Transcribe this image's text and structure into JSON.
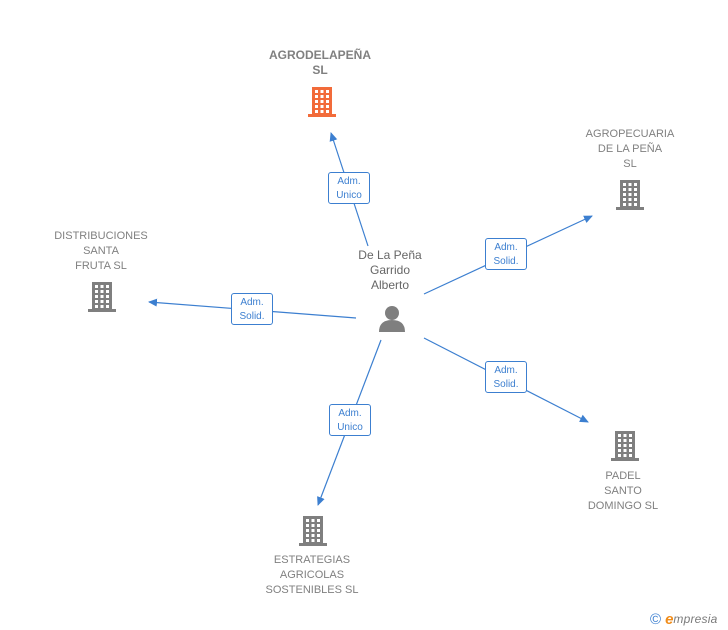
{
  "person": {
    "name": "De La Peña\nGarrido\nAlberto"
  },
  "companies": [
    {
      "id": "agrodelapena",
      "name": "AGRODELAPEÑA\nSL",
      "main": true
    },
    {
      "id": "agropecuaria",
      "name": "AGROPECUARIA\nDE LA PEÑA\nSL",
      "main": false
    },
    {
      "id": "distribuciones",
      "name": "DISTRIBUCIONES\nSANTA\nFRUTA  SL",
      "main": false
    },
    {
      "id": "padel",
      "name": "PADEL\nSANTO\nDOMINGO SL",
      "main": false
    },
    {
      "id": "estrategias",
      "name": "ESTRATEGIAS\nAGRICOLAS\nSOSTENIBLES SL",
      "main": false
    }
  ],
  "relations": [
    {
      "target": "agrodelapena",
      "line1": "Adm.",
      "line2": "Unico"
    },
    {
      "target": "agropecuaria",
      "line1": "Adm.",
      "line2": "Solid."
    },
    {
      "target": "distribuciones",
      "line1": "Adm.",
      "line2": "Solid."
    },
    {
      "target": "padel",
      "line1": "Adm.",
      "line2": "Solid."
    },
    {
      "target": "estrategias",
      "line1": "Adm.",
      "line2": "Unico"
    }
  ],
  "colors": {
    "main_company": "#f26b3a",
    "company": "#7f7f7f",
    "person": "#7f7f7f",
    "edge": "#3c7fd0"
  },
  "icons": {
    "company": "building-icon",
    "person": "person-icon"
  },
  "footer": {
    "copyright": "©",
    "brand_initial": "e",
    "brand_rest": "mpresia"
  }
}
